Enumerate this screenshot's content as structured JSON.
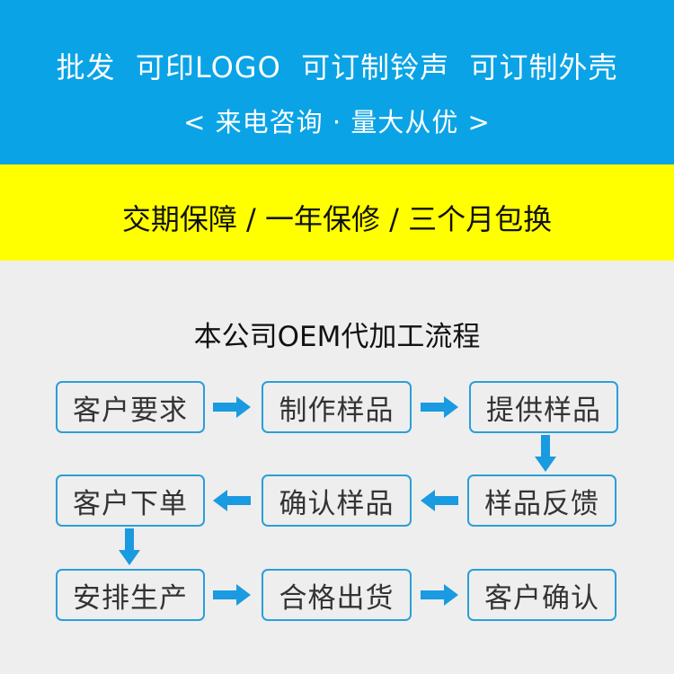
{
  "banner": {
    "line1": "批发  可印LOGO  可订制铃声  可订制外壳",
    "line2": "< 来电咨询 · 量大从优 >",
    "background": "#0aa3e6",
    "text_color": "#ffffff"
  },
  "guarantee": {
    "text": "交期保障 / 一年保修 / 三个月包换",
    "background": "#ffff00"
  },
  "process": {
    "title": "本公司OEM代加工流程",
    "accent_color": "#1a9ae0",
    "steps": [
      {
        "label": "客户要求"
      },
      {
        "label": "制作样品"
      },
      {
        "label": "提供样品"
      },
      {
        "label": "样品反馈"
      },
      {
        "label": "确认样品"
      },
      {
        "label": "客户下单"
      },
      {
        "label": "安排生产"
      },
      {
        "label": "合格出货"
      },
      {
        "label": "客户确认"
      }
    ],
    "arrows": [
      {
        "from": "客户要求",
        "to": "制作样品",
        "direction": "right"
      },
      {
        "from": "制作样品",
        "to": "提供样品",
        "direction": "right"
      },
      {
        "from": "提供样品",
        "to": "样品反馈",
        "direction": "down"
      },
      {
        "from": "样品反馈",
        "to": "确认样品",
        "direction": "left"
      },
      {
        "from": "确认样品",
        "to": "客户下单",
        "direction": "left"
      },
      {
        "from": "客户下单",
        "to": "安排生产",
        "direction": "down"
      },
      {
        "from": "安排生产",
        "to": "合格出货",
        "direction": "right"
      },
      {
        "from": "合格出货",
        "to": "客户确认",
        "direction": "right"
      }
    ]
  }
}
